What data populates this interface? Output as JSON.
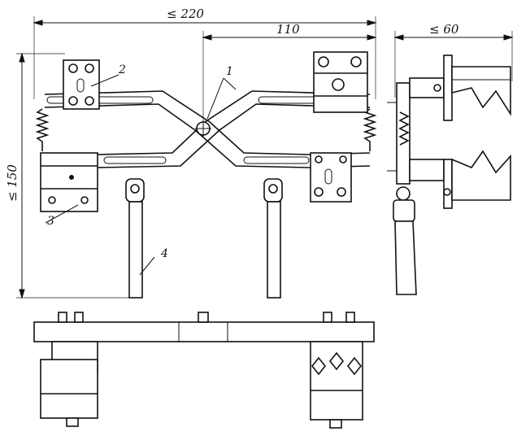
{
  "dimensions": {
    "overall_width": "≤ 220",
    "half_width": "110",
    "depth": "≤ 60",
    "height": "≤ 150"
  },
  "labels": [
    "1",
    "2",
    "3",
    "4"
  ],
  "colors": {
    "line": "#111111",
    "background": "#ffffff"
  }
}
